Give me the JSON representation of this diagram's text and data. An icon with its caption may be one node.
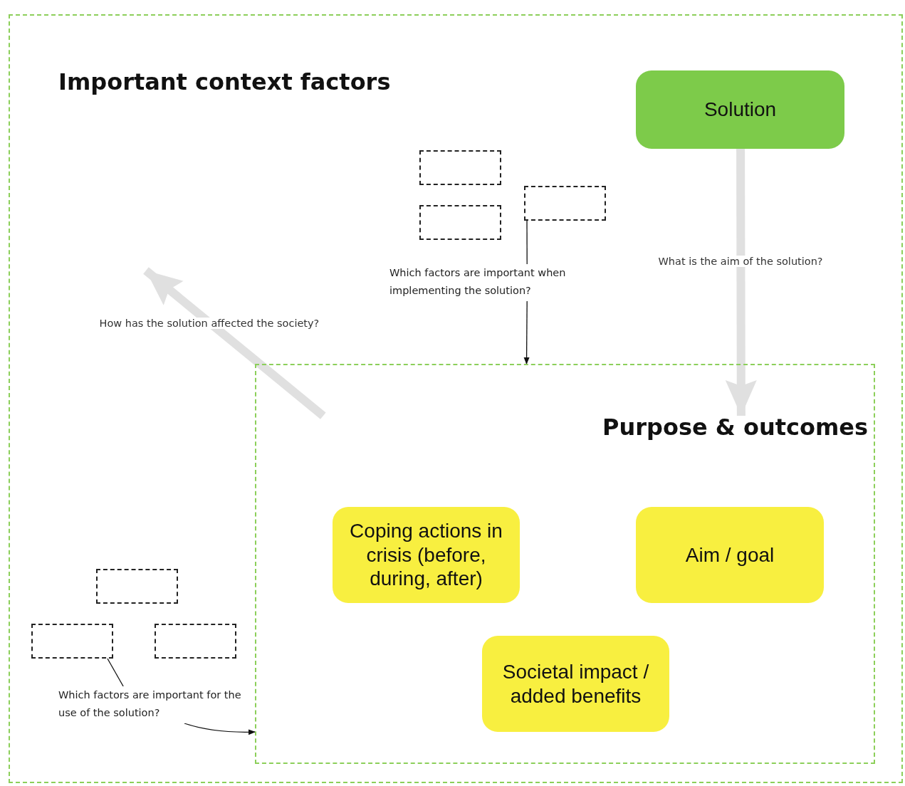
{
  "diagram": {
    "nodes": [
      {
        "text": [
          "Important context factors"
        ]
      },
      {
        "text": [
          "Solution"
        ],
        "in": 0
      },
      {
        "text": [],
        "shape": "box",
        "in": 0
      },
      {
        "text": [],
        "shape": "box",
        "in": 0
      },
      {
        "text": [],
        "shape": "box",
        "in": 0
      },
      {
        "text": [
          "Which factors are important when implementing the solution?"
        ],
        "in": 0
      },
      {
        "text": [
          "Purpose & outcomes"
        ],
        "in": 0
      },
      {
        "text": [
          "Coping actions in crisis (before, during, after)"
        ],
        "in": 6
      },
      {
        "text": [
          "Aim / goal"
        ],
        "in": 6
      },
      {
        "text": [
          "Societal impact / added benefits"
        ],
        "in": 6
      },
      {
        "text": [],
        "shape": "box",
        "in": 0
      },
      {
        "text": [],
        "shape": "box",
        "in": 0
      },
      {
        "text": [],
        "shape": "box",
        "in": 0
      },
      {
        "text": [
          "Which factors are important for the use of the solution?"
        ],
        "in": 0
      }
    ],
    "edges": [
      {
        "from": 1,
        "to": 6,
        "arrow": "to",
        "label": "What is the aim of the solution?",
        "style": "thick",
        "color": "#e0e0e0"
      },
      {
        "from": 6,
        "to": null,
        "arrow": "to",
        "label": "How has the solution affected the society?",
        "style": "thick",
        "color": "#e0e0e0"
      },
      {
        "from": 3,
        "to": 5,
        "arrow": "none"
      },
      {
        "from": 5,
        "to": 6,
        "arrow": "to"
      },
      {
        "from": 11,
        "to": 13,
        "arrow": "none"
      },
      {
        "from": 13,
        "to": 6,
        "arrow": "to"
      }
    ]
  }
}
